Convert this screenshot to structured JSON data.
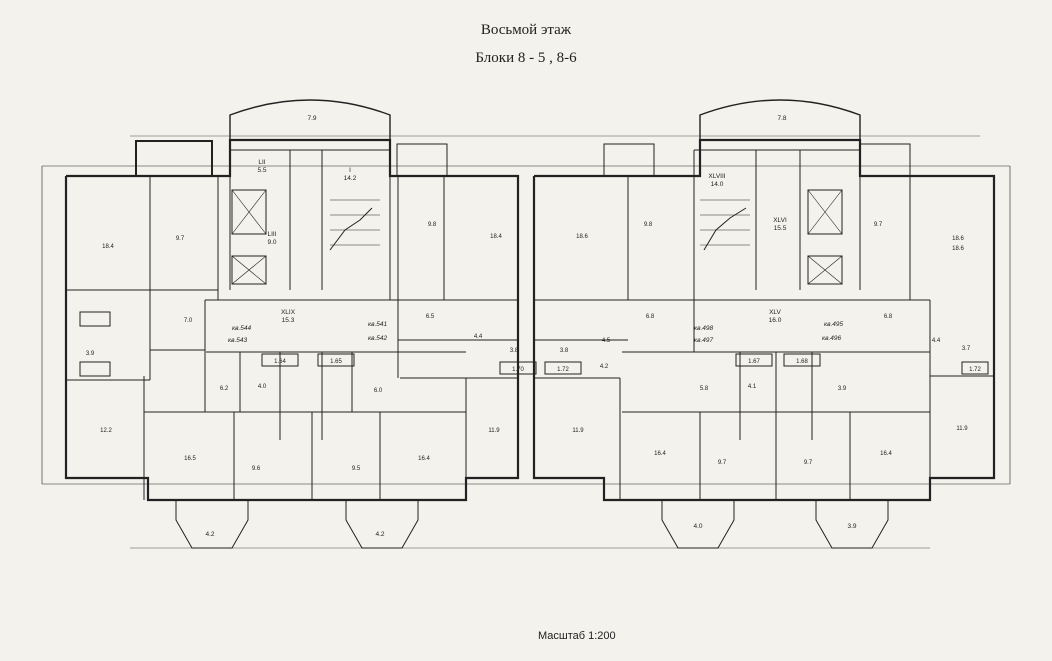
{
  "title": "Восьмой этаж",
  "subtitle": "Блоки  8 - 5 , 8-6",
  "scale_note": "Масштаб 1:200",
  "colors": {
    "line": "#222222",
    "paper": "#f3f2ec",
    "highlight": "#1e6fd9"
  },
  "stair_labels": {
    "left": {
      "code": "I",
      "area": "14.2"
    },
    "right": {
      "code": "XLVIII",
      "area": "14.0"
    }
  },
  "lift_hall_labels": {
    "left": {
      "code": "LII",
      "area": "5.5"
    },
    "left2": {
      "code": "LIII",
      "area": "9.0"
    },
    "right": {
      "code": "XLVI",
      "area": "15.5"
    }
  },
  "corridor_labels": {
    "left": {
      "code": "XLIX",
      "area": "15.3"
    },
    "right": {
      "code": "XLV",
      "area": "16.0"
    }
  },
  "apartment_labels": {
    "a1": "кв.544",
    "a2": "кв.543",
    "a3": "кв.542",
    "a4": "кв.541",
    "a5": "кв.498",
    "a6": "кв.497",
    "a7": "кв.495",
    "a8": "кв.496"
  },
  "balcony_labels": {
    "top_left": "7.9",
    "top_right": "7.8",
    "bottom_left": "4.2",
    "bottom_mid": "4.2",
    "bottom_right1": "4.0",
    "bottom_right2": "3.9"
  },
  "rooms": {
    "r1": "18.4",
    "r2": "9.7",
    "r3": "7.0",
    "r4": "12.2",
    "r5": "3.9",
    "r6": "9.8",
    "r7": "18.4",
    "r8": "18.6",
    "r9": "9.8",
    "r10": "18.6",
    "r11": "6.2",
    "r12": "4.0",
    "r13": "16.5",
    "r14": "9.6",
    "r15": "9.5",
    "r16": "16.4",
    "r17": "11.9",
    "r18": "11.9",
    "r19": "16.4",
    "r20": "9.7",
    "r21": "9.7",
    "r22": "16.4",
    "r23": "11.9",
    "r24": "6.0",
    "r25": "6.5",
    "r26": "6.8",
    "r27": "4.4",
    "r28": "3.8",
    "r29": "3.8",
    "r30": "4.5",
    "r31": "6.8",
    "r32": "4.2",
    "r33": "3.7",
    "r34": "5.8",
    "r35": "4.1",
    "r36": "3.9",
    "r37": "4.4",
    "r38": "9.7",
    "r39": "18.6"
  },
  "bath_labels": {
    "b1": "1.64",
    "b2": "1.65",
    "b3": "1.70",
    "b4": "1.72",
    "b5": "1.67",
    "b6": "1.68",
    "b7": "1.72"
  }
}
